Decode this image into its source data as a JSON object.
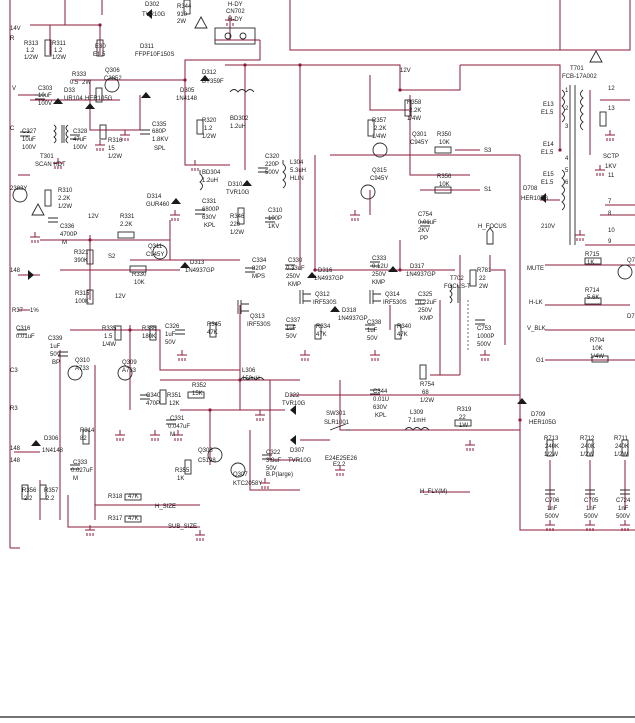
{
  "labels": {
    "d302": "D302",
    "d302v": "TVR10G",
    "r344": "R344",
    "r344a": "910",
    "r344b": "2W",
    "hdy": "H-DY",
    "cn702": "CN702",
    "hdy2": "H-DY",
    "r313": "R313",
    "r313a": "1.2",
    "r313b": "1/2W",
    "r311": "R311",
    "r311a": "1.2",
    "r311b": "1/2W",
    "e30": "E30",
    "e30b": "E1.5",
    "d311": "D311",
    "d311v": "FFPF10F150S",
    "r333": "R333",
    "r333a": "0.5",
    "r333b": "2W",
    "q306": "Q306",
    "q306v": "C3852",
    "d312": "D312",
    "d312v": "BY359F",
    "d33": "D33",
    "d33v": "UR104",
    "her": "HER105G",
    "r316": "R316",
    "r316a": "15",
    "r316b": "1/2W",
    "d305": "D305",
    "d305v": "1N4148",
    "c303": "C303",
    "c303a": "10uF",
    "c303b": "100V",
    "c328": "C328",
    "c328a": "47uF",
    "c328b": "100V",
    "c327": "C327",
    "c327a": "10uF",
    "c327b": "100V",
    "t301": "T301",
    "t301v": "SCAN HDT",
    "c335": "C335",
    "c335a": "680P",
    "c335b": "1.8KV",
    "spl": "SPL",
    "r320": "R320",
    "r320a": "1.2",
    "r320b": "1/2W",
    "bd302": "BD302",
    "bd302v": "1.2uH",
    "bd304": "BD304",
    "bd304v": "1.2uH",
    "d314": "D314",
    "d314v": "GUR460",
    "c331": "C331",
    "c331a": "6800P",
    "c331b": "630V",
    "c331c": "KPL",
    "d310": "D310",
    "d310v": "TVR10G",
    "c320": "C320",
    "c320a": "220P",
    "c320b": "500V",
    "l304": "L304",
    "l304a": "5.3uH",
    "l304b": "HLIN",
    "c310": "C310",
    "c310a": "100P",
    "c310b": "1KV",
    "r346": "R346",
    "r346a": "220",
    "r346b": "1/2W",
    "v12a": "12V",
    "r310": "R310",
    "r310a": "2.2K",
    "r310b": "1/2W",
    "c336": "C336",
    "c336a": "4700P",
    "c336b": "M",
    "r331": "R331",
    "r331a": "2.2K",
    "r321": "R321",
    "r321a": "390K",
    "q311": "Q311",
    "q311v": "C945Y",
    "s2": "S2",
    "r330": "R330",
    "r330a": "10K",
    "d313": "D313",
    "d313v": "1N4937GP",
    "r315": "R315",
    "r315a": "100K",
    "c334": "C334",
    "c334a": "820P",
    "c334b": "MPS",
    "v12b": "12V",
    "r335": "R335",
    "r335a": "1.5",
    "r335b": "1/4W",
    "r336": "R336",
    "r336a": "180K",
    "c326": "C326",
    "c326a": "1uF",
    "c326b": "50V",
    "r345": "R345",
    "r345a": "47K",
    "q313": "Q313",
    "q313v": "IRF530S",
    "q310": "Q310",
    "q310v": "A733",
    "q309": "Q309",
    "q309v": "A733",
    "c339": "C339",
    "c339a": "1uF",
    "c339b": "50V",
    "c339c": "BP",
    "c316": "C316",
    "c316a": "0.01uF",
    "r37": "R37",
    "r37a": "1%",
    "c340": "C340",
    "c340a": "470P",
    "r351": "R351",
    "r351a": "12K",
    "r352": "R352",
    "r352a": "15K",
    "l306": "L306",
    "l306a": "150uH",
    "c331b2": "C331",
    "c331b2a": "0.047uF",
    "c331b2b": "M",
    "r314": "R314",
    "r314a": "82",
    "d306": "D306",
    "d306v": "1N4148",
    "r355": "R355",
    "r355a": "1K",
    "q308": "Q308",
    "q308v": "C5198",
    "q307": "Q307",
    "q307v": "KTC2058Y",
    "c333": "C333",
    "c333a": "0.027uF",
    "c333b": "M",
    "r318": "R318",
    "r318a": "47K",
    "r317": "R317",
    "r317a": "47K",
    "hsize": "H_SIZE",
    "subsize": "SUB_SIZE",
    "r356": "R356",
    "r356a": "2.2",
    "r357": "R357",
    "r357a": "2.2",
    "d322": "D322",
    "d322v": "TVR10G",
    "d307": "D307",
    "d307v": "TVR10G",
    "c322": "C322",
    "c322a": "3.3uF",
    "c322b": "50V",
    "c322c": "B.P(large)",
    "e24": "E24E25E26",
    "e24b": "E2.2",
    "sw301": "SW301",
    "sw301v": "SLR1001",
    "c344": "C344",
    "c344a": "0.01U",
    "c344b": "630V",
    "c344c": "KPL",
    "l309": "L309",
    "l309a": "7.1mH",
    "r319": "R319",
    "r319a": "22",
    "r319b": "1W",
    "hfly": "H_FLY(M)",
    "v12c": "12V",
    "r358": "R358",
    "r358a": "2.2K",
    "r358b": "1/4W",
    "r357b": "R357",
    "r357ba": "2.2K",
    "r357bb": "1/4W",
    "q301": "Q301",
    "q301v": "C945Y",
    "r350": "R350",
    "r350a": "10K",
    "s3": "S3",
    "q315": "Q315",
    "q315v": "C945Y",
    "r356b": "R356",
    "r356ba": "10K",
    "s1": "S1",
    "c330": "C330",
    "c330a": "0.33uF",
    "c330b": "250V",
    "c330c": "KMP",
    "d316": "D316",
    "d316v": "1N4937GP",
    "c333b2": "C333",
    "c333b2a": "0.12U",
    "c333b2b": "250V",
    "c333b2c": "KMP",
    "d317": "D317",
    "d317v": "1N4937GP",
    "c754": "C754",
    "c754a": "0.01uF",
    "c754b": "2KV",
    "c754c": "PP",
    "hfocus": "H_FOCUS",
    "q312": "Q312",
    "q312v": "IRF530S",
    "d318": "D318",
    "d318v": "1N4937GP",
    "c337": "C337",
    "c337a": "1uF",
    "c337b": "50V",
    "r334": "R334",
    "r334a": "47K",
    "q314": "Q314",
    "q314v": "IRF530S",
    "c338": "C338",
    "c338a": "1uF",
    "c338b": "50V",
    "r340": "R340",
    "r340a": "47K",
    "c325": "C325",
    "c325a": "0.22uF",
    "c325b": "250V",
    "c325c": "KMP",
    "t702": "T702",
    "t702v": "FOCUS-T",
    "r781": "R781",
    "r781a": "22",
    "r781b": "2W",
    "c753": "C753",
    "c753a": "1000P",
    "c753b": "500V",
    "r754": "R754",
    "r754a": "68",
    "r754b": "1/2W",
    "t701": "T701",
    "t701v": "FCB-17A002",
    "n1": "1",
    "n2": "2",
    "n3": "3",
    "n4": "4",
    "n5": "5",
    "n6": "6",
    "n7": "7",
    "n8": "8",
    "n9": "9",
    "n10": "10",
    "n11": "11",
    "n12": "12",
    "n13": "13",
    "e13": "E13",
    "e13b": "E1.5",
    "e14": "E14",
    "e14b": "E1.5",
    "e15": "E15",
    "e15b": "E1.5",
    "sctp": "SCTP",
    "sctpb": "1KV",
    "d708": "D708",
    "d708v": "HER105G",
    "v210": "210V",
    "mute": "MUTE",
    "r715": "R715",
    "r715a": "1K",
    "q7": "Q7",
    "hlk": "H-LK",
    "r714": "R714",
    "r714a": "5.6K",
    "vblk": "V_BLK",
    "r704": "R704",
    "r704a": "10K",
    "r704b": "1/4W",
    "g1": "G1",
    "d709": "D709",
    "d709v": "HER105G",
    "r713": "R713",
    "r713a": "240K",
    "r713b": "1/2W",
    "r712": "R712",
    "r712a": "240K",
    "r712b": "1/2W",
    "r711": "R711",
    "r711a": "240K",
    "r711b": "1/2W",
    "c706": "C706",
    "c706a": "1nF",
    "c706b": "500V",
    "c705": "C705",
    "c705a": "1nF",
    "c705b": "500V",
    "c704": "C724",
    "c704a": "1nF",
    "c704b": "500V",
    "d7": "D7",
    "d205": "2383Y",
    "v14": "14V",
    "l148a": "148",
    "l148b": "148",
    "l148c": "148",
    "v_left": "V",
    "r": "R",
    "c": "C",
    "r3": "R3",
    "c3": "C3"
  },
  "colors": {
    "wire": "#8b1a3a",
    "component": "#2a2a2a",
    "text": "#1a1a1a"
  }
}
